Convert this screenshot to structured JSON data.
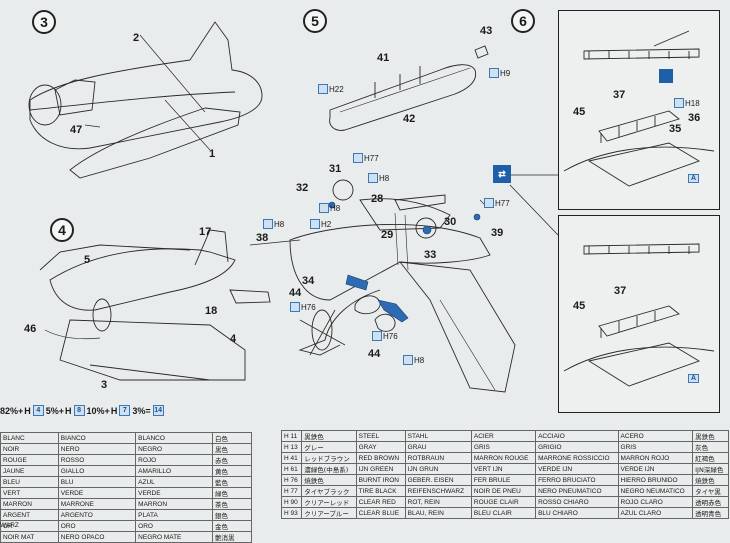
{
  "steps": {
    "s3": {
      "num": "3",
      "labels": {
        "a": "2",
        "b": "47",
        "c": "1"
      }
    },
    "s4": {
      "num": "4",
      "labels": {
        "a": "17",
        "b": "5",
        "c": "18",
        "d": "46",
        "e": "4",
        "f": "3"
      }
    },
    "s5": {
      "num": "5",
      "labels": {
        "a": "43",
        "b": "41",
        "c": "42",
        "d": "31",
        "e": "32",
        "f": "28",
        "g": "30",
        "h": "29",
        "i": "39",
        "j": "38",
        "k": "33",
        "l": "34",
        "m": "44",
        "n": "44"
      },
      "paint": {
        "p1": "H22",
        "p2": "H9",
        "p3": "H77",
        "p4": "H8",
        "p5": "H8",
        "p6": "H2",
        "p7": "H8",
        "p8": "H77",
        "p9": "H76",
        "p10": "H76",
        "p11": "H8"
      }
    },
    "s6": {
      "num": "6",
      "labels": {
        "a": "37",
        "b": "45",
        "c": "36",
        "d": "35",
        "e": "37",
        "f": "45",
        "g": "A",
        "h": "A"
      },
      "paint": {
        "p1": "H18"
      }
    }
  },
  "paint_mix": {
    "prefix": "82%+",
    "c1": "4",
    "t1": "5%+",
    "c2": "8",
    "t2": "10%+",
    "c3": "7",
    "t3": "3%=",
    "c4": "14"
  },
  "color_table_left": [
    [
      "BLANC",
      "BIANCO",
      "BLANCO",
      "白色"
    ],
    [
      "NOIR",
      "NERO",
      "NEGRO",
      "黒色"
    ],
    [
      "ROUGE",
      "ROSSO",
      "ROJO",
      "赤色"
    ],
    [
      "JAUNE",
      "GIALLO",
      "AMARILLO",
      "黄色"
    ],
    [
      "BLEU",
      "BLU",
      "AZUL",
      "藍色"
    ],
    [
      "VERT",
      "VERDE",
      "VERDE",
      "緑色"
    ],
    [
      "MARRON",
      "MARRONE",
      "MARRON",
      "茶色"
    ],
    [
      "ARGENT",
      "ARGENTO",
      "PLATA",
      "銀色"
    ],
    [
      "OR",
      "ORO",
      "ORO",
      "金色"
    ],
    [
      "NOIR MAT",
      "NERO OPACO",
      "NEGRO MATE",
      "艶消黒"
    ]
  ],
  "left_table_prefix": "WARZ",
  "color_table_right": [
    [
      "H 11",
      "黒鉄色",
      "STEEL",
      "STAHL",
      "ACIER",
      "ACCIAIO",
      "ACERO",
      "黒鉄色"
    ],
    [
      "H 13",
      "グレー",
      "GRAY",
      "GRAU",
      "GRIS",
      "GRIGIO",
      "GRIS",
      "灰色"
    ],
    [
      "H 41",
      "レッドブラウン",
      "RED BROWN",
      "ROTBRAUN",
      "MARRON ROUGE",
      "MARRONE ROSSICCIO",
      "MARRON ROJO",
      "紅褐色"
    ],
    [
      "H 61",
      "濃緑色(中島系)",
      "IJN GREEN",
      "IJN GRUN",
      "VERT IJN",
      "VERDE IJN",
      "VERDE IJN",
      "IJN深緑色"
    ],
    [
      "H 76",
      "焼鉄色",
      "BURNT IRON",
      "GEBER. EISEN",
      "FER BRULE",
      "FERRO BRUCIATO",
      "HIERRO BRUNIDO",
      "焼鉄色"
    ],
    [
      "H 77",
      "タイヤブラック",
      "TIRE BLACK",
      "REIFENSCHWARZ",
      "NOIR DE PNEU",
      "NERO PNEUMATICO",
      "NEGRO NEUMATICO",
      "タイヤ黒"
    ],
    [
      "H 90",
      "クリアーレッド",
      "CLEAR RED",
      "ROT, REIN",
      "ROUGE CLAIR",
      "ROSSO CHIARO",
      "ROJO CLARO",
      "透明赤色"
    ],
    [
      "H 93",
      "クリアーブルー",
      "CLEAR BLUE",
      "BLAU, REIN",
      "BLEU CLAIR",
      "BLU CHIARO",
      "AZUL CLARO",
      "透明青色"
    ]
  ],
  "colors": {
    "accent_blue": "#1d5fa8",
    "paint_box": "#cfe0f0",
    "line": "#333333",
    "bg": "#e9ecec"
  }
}
